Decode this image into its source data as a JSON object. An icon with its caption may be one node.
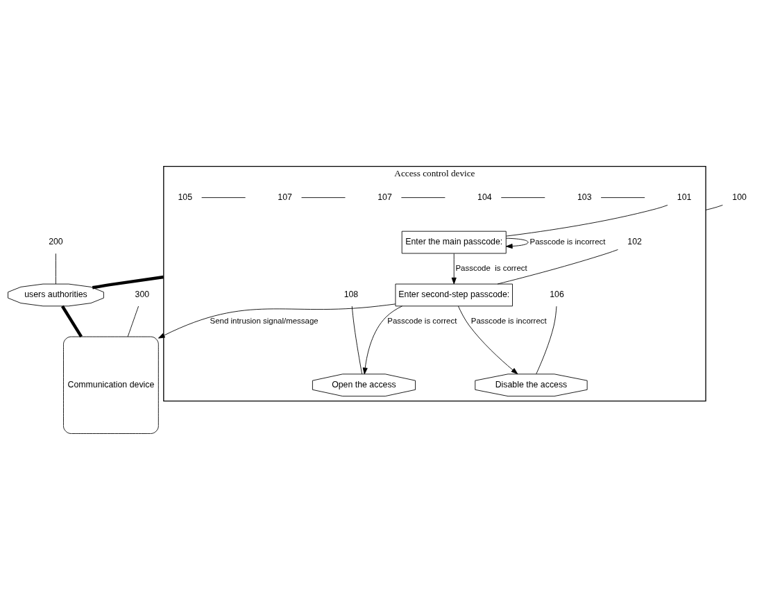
{
  "diagram": {
    "nodes": [
      {
        "text": [
          "Access control device"
        ]
      },
      {
        "text": [
          "Enter the main passcode:"
        ],
        "in": 0
      },
      {
        "text": [
          "Enter second-step passcode:"
        ],
        "in": 0
      },
      {
        "text": [
          "Open the access"
        ],
        "in": 0
      },
      {
        "text": [
          "Disable the access"
        ],
        "in": 0
      },
      {
        "text": [
          "users authorities"
        ]
      },
      {
        "text": [
          "Communication device"
        ]
      },
      {
        "text": [
          "100"
        ]
      },
      {
        "text": [
          "101"
        ],
        "in": 0
      },
      {
        "text": [
          "103"
        ],
        "in": 0
      },
      {
        "text": [
          "104"
        ],
        "in": 0
      },
      {
        "text": [
          "102"
        ],
        "in": 0
      },
      {
        "text": [
          "107"
        ],
        "in": 0
      },
      {
        "text": [
          "107"
        ],
        "in": 0
      },
      {
        "text": [
          "105"
        ],
        "in": 0
      },
      {
        "text": [
          "108"
        ],
        "in": 0
      },
      {
        "text": [
          "106"
        ],
        "in": 0
      },
      {
        "text": [
          "200"
        ]
      },
      {
        "text": [
          "300"
        ]
      }
    ],
    "edges": [
      {
        "from": 1,
        "to": 1,
        "arrow": "to",
        "label": "Passcode is incorrect"
      },
      {
        "from": 1,
        "to": 2,
        "arrow": "to",
        "label": "Passcode  is correct"
      },
      {
        "from": 2,
        "to": 3,
        "arrow": "to",
        "label": "Passcode is correct"
      },
      {
        "from": 2,
        "to": 4,
        "arrow": "to",
        "label": "Passcode is incorrect"
      },
      {
        "from": 2,
        "to": 6,
        "arrow": "to",
        "label": "Send intrusion signal/message"
      },
      {
        "from": 0,
        "to": 5,
        "arrow": "none",
        "style": "thick"
      },
      {
        "from": 5,
        "to": 6,
        "arrow": "none",
        "style": "thick"
      },
      {
        "from": 7,
        "to": 0,
        "arrow": "none"
      },
      {
        "from": 8,
        "to": 1,
        "arrow": "none"
      },
      {
        "from": 9,
        "to": null,
        "arrow": "none"
      },
      {
        "from": 10,
        "to": null,
        "arrow": "none"
      },
      {
        "from": 11,
        "to": 2,
        "arrow": "none"
      },
      {
        "from": 12,
        "to": null,
        "arrow": "none"
      },
      {
        "from": 13,
        "to": null,
        "arrow": "none"
      },
      {
        "from": 14,
        "to": null,
        "arrow": "none"
      },
      {
        "from": 15,
        "to": 3,
        "arrow": "none"
      },
      {
        "from": 16,
        "to": 4,
        "arrow": "none"
      },
      {
        "from": 17,
        "to": 5,
        "arrow": "none"
      },
      {
        "from": 18,
        "to": 6,
        "arrow": "none"
      }
    ]
  }
}
